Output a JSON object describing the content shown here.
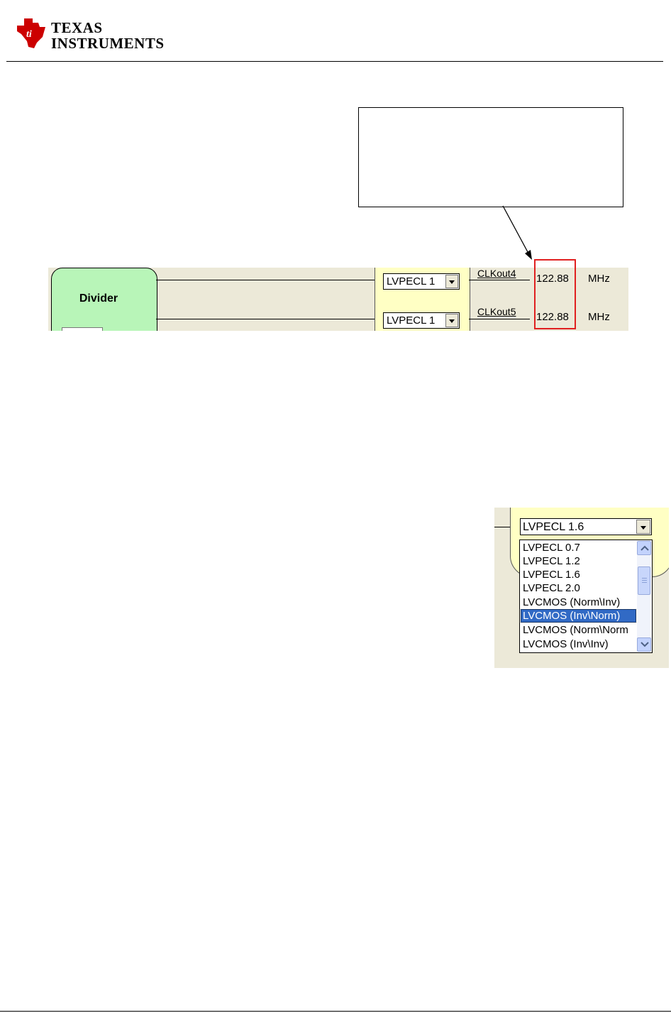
{
  "header": {
    "logo_line1": "TEXAS",
    "logo_line2": "INSTRUMENTS"
  },
  "clock_panel": {
    "divider_label": "Divider",
    "outputs": [
      {
        "format": "LVPECL 1",
        "name": "CLKout4",
        "frequency": "122.88",
        "unit": "MHz"
      },
      {
        "format": "LVPECL 1",
        "name": "CLKout5",
        "frequency": "122.88",
        "unit": "MHz"
      }
    ]
  },
  "format_dropdown": {
    "selected": "LVPECL 1.6",
    "options": [
      "LVPECL 0.7",
      "LVPECL 1.2",
      "LVPECL 1.6",
      "LVPECL 2.0",
      "LVCMOS (Norm\\Inv)",
      "LVCMOS (Inv\\Norm)",
      "LVCMOS (Norm\\Norm",
      "LVCMOS (Inv\\Inv)"
    ],
    "highlighted_index": 5
  },
  "colors": {
    "divider_green": "#b8f5b8",
    "panel_yellow": "#ffffc4",
    "highlight_red": "#e02020",
    "selection_blue": "#316ac5",
    "ti_red": "#cc0000"
  },
  "icons": {
    "logo": "ti-logo-icon",
    "dropdown": "chevron-down-icon",
    "scroll_up": "scroll-up-icon",
    "scroll_down": "scroll-down-icon"
  }
}
